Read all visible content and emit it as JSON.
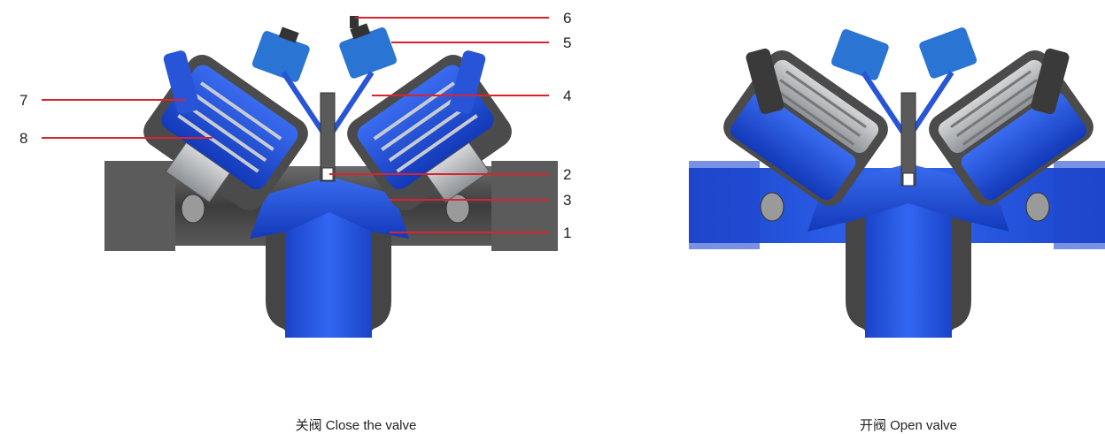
{
  "captions": {
    "close": "关阀 Close the valve",
    "open": "开阀 Open valve"
  },
  "callouts": [
    "1",
    "2",
    "3",
    "4",
    "5",
    "6",
    "7",
    "8"
  ],
  "colors": {
    "valve_blue": "#1f4fd6",
    "body_gray": "#4a4a4a",
    "leader_red": "#d9232e",
    "metal_gray": "#b9bcc0"
  }
}
